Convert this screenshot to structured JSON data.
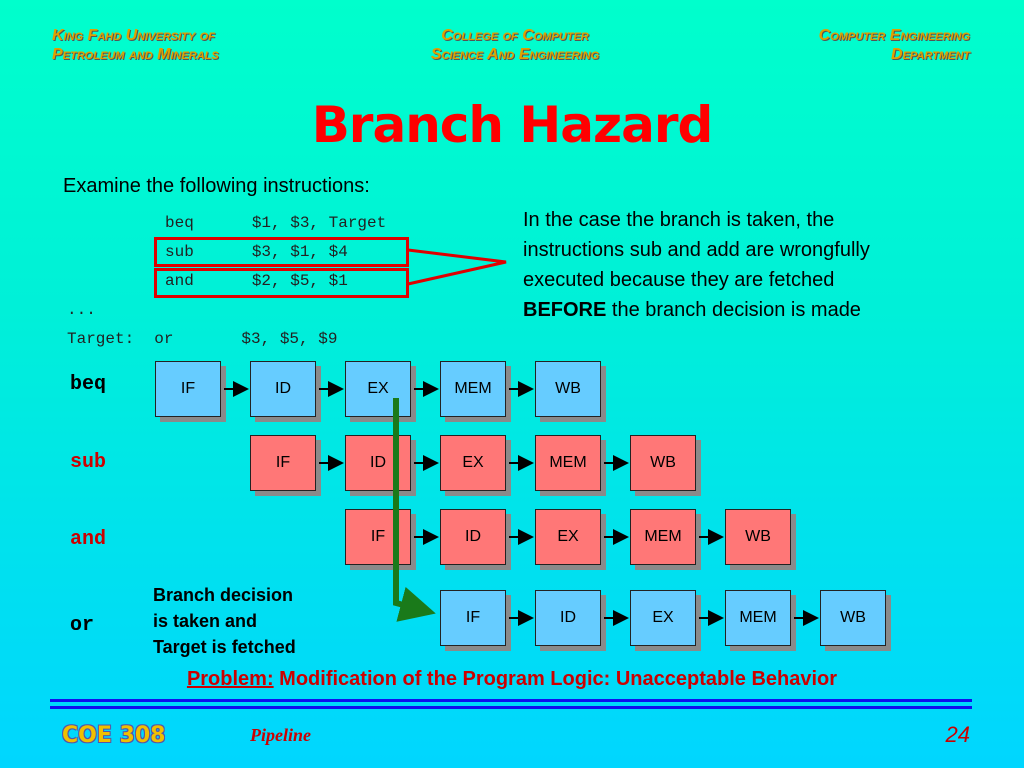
{
  "header": {
    "left_line1": "King Fahd University of",
    "left_line2": "Petroleum and Minerals",
    "center_line1": "College of Computer",
    "center_line2": "Science And Engineering",
    "right_line1": "Computer Engineering",
    "right_line2": "Department"
  },
  "title": "Branch Hazard",
  "intro": "Examine the following instructions:",
  "code": [
    {
      "label": "",
      "op": "beq",
      "args": "$1, $3, Target"
    },
    {
      "label": "",
      "op": "sub",
      "args": "$3, $1, $4"
    },
    {
      "label": "",
      "op": "and",
      "args": "$2, $5, $1"
    },
    {
      "label": "...",
      "op": "",
      "args": ""
    },
    {
      "label": "Target:",
      "op": "or",
      "args": "$3, $5, $9"
    }
  ],
  "explanation": {
    "line1": "In the case the branch is taken, the",
    "line2": "instructions sub and add are wrongfully",
    "line3": "executed because they are fetched",
    "bold": "BEFORE",
    "line4_rest": " the branch decision is made"
  },
  "rows": [
    {
      "label": "beq",
      "stages": [
        "IF",
        "ID",
        "EX",
        "MEM",
        "WB"
      ],
      "label_color": "#000000"
    },
    {
      "label": "sub",
      "stages": [
        "IF",
        "ID",
        "EX",
        "MEM",
        "WB"
      ],
      "label_color": "#cc0000"
    },
    {
      "label": "and",
      "stages": [
        "IF",
        "ID",
        "EX",
        "MEM",
        "WB"
      ],
      "label_color": "#cc0000"
    },
    {
      "label": "or",
      "stages": [
        "IF",
        "ID",
        "EX",
        "MEM",
        "WB"
      ],
      "label_color": "#000000"
    }
  ],
  "annotation": {
    "line1": "Branch decision",
    "line2": "is taken and",
    "line3": "Target is fetched"
  },
  "problem": {
    "label": "Problem:",
    "text": " Modification of the Program Logic: Unacceptable Behavior"
  },
  "footer": {
    "course": "COE 308",
    "topic": "Pipeline",
    "page": "24"
  },
  "colors": {
    "blue_stage": "#66ccff",
    "red_stage": "#ff7777",
    "title": "#ff0000",
    "arrow_green": "#1a7a1a"
  }
}
